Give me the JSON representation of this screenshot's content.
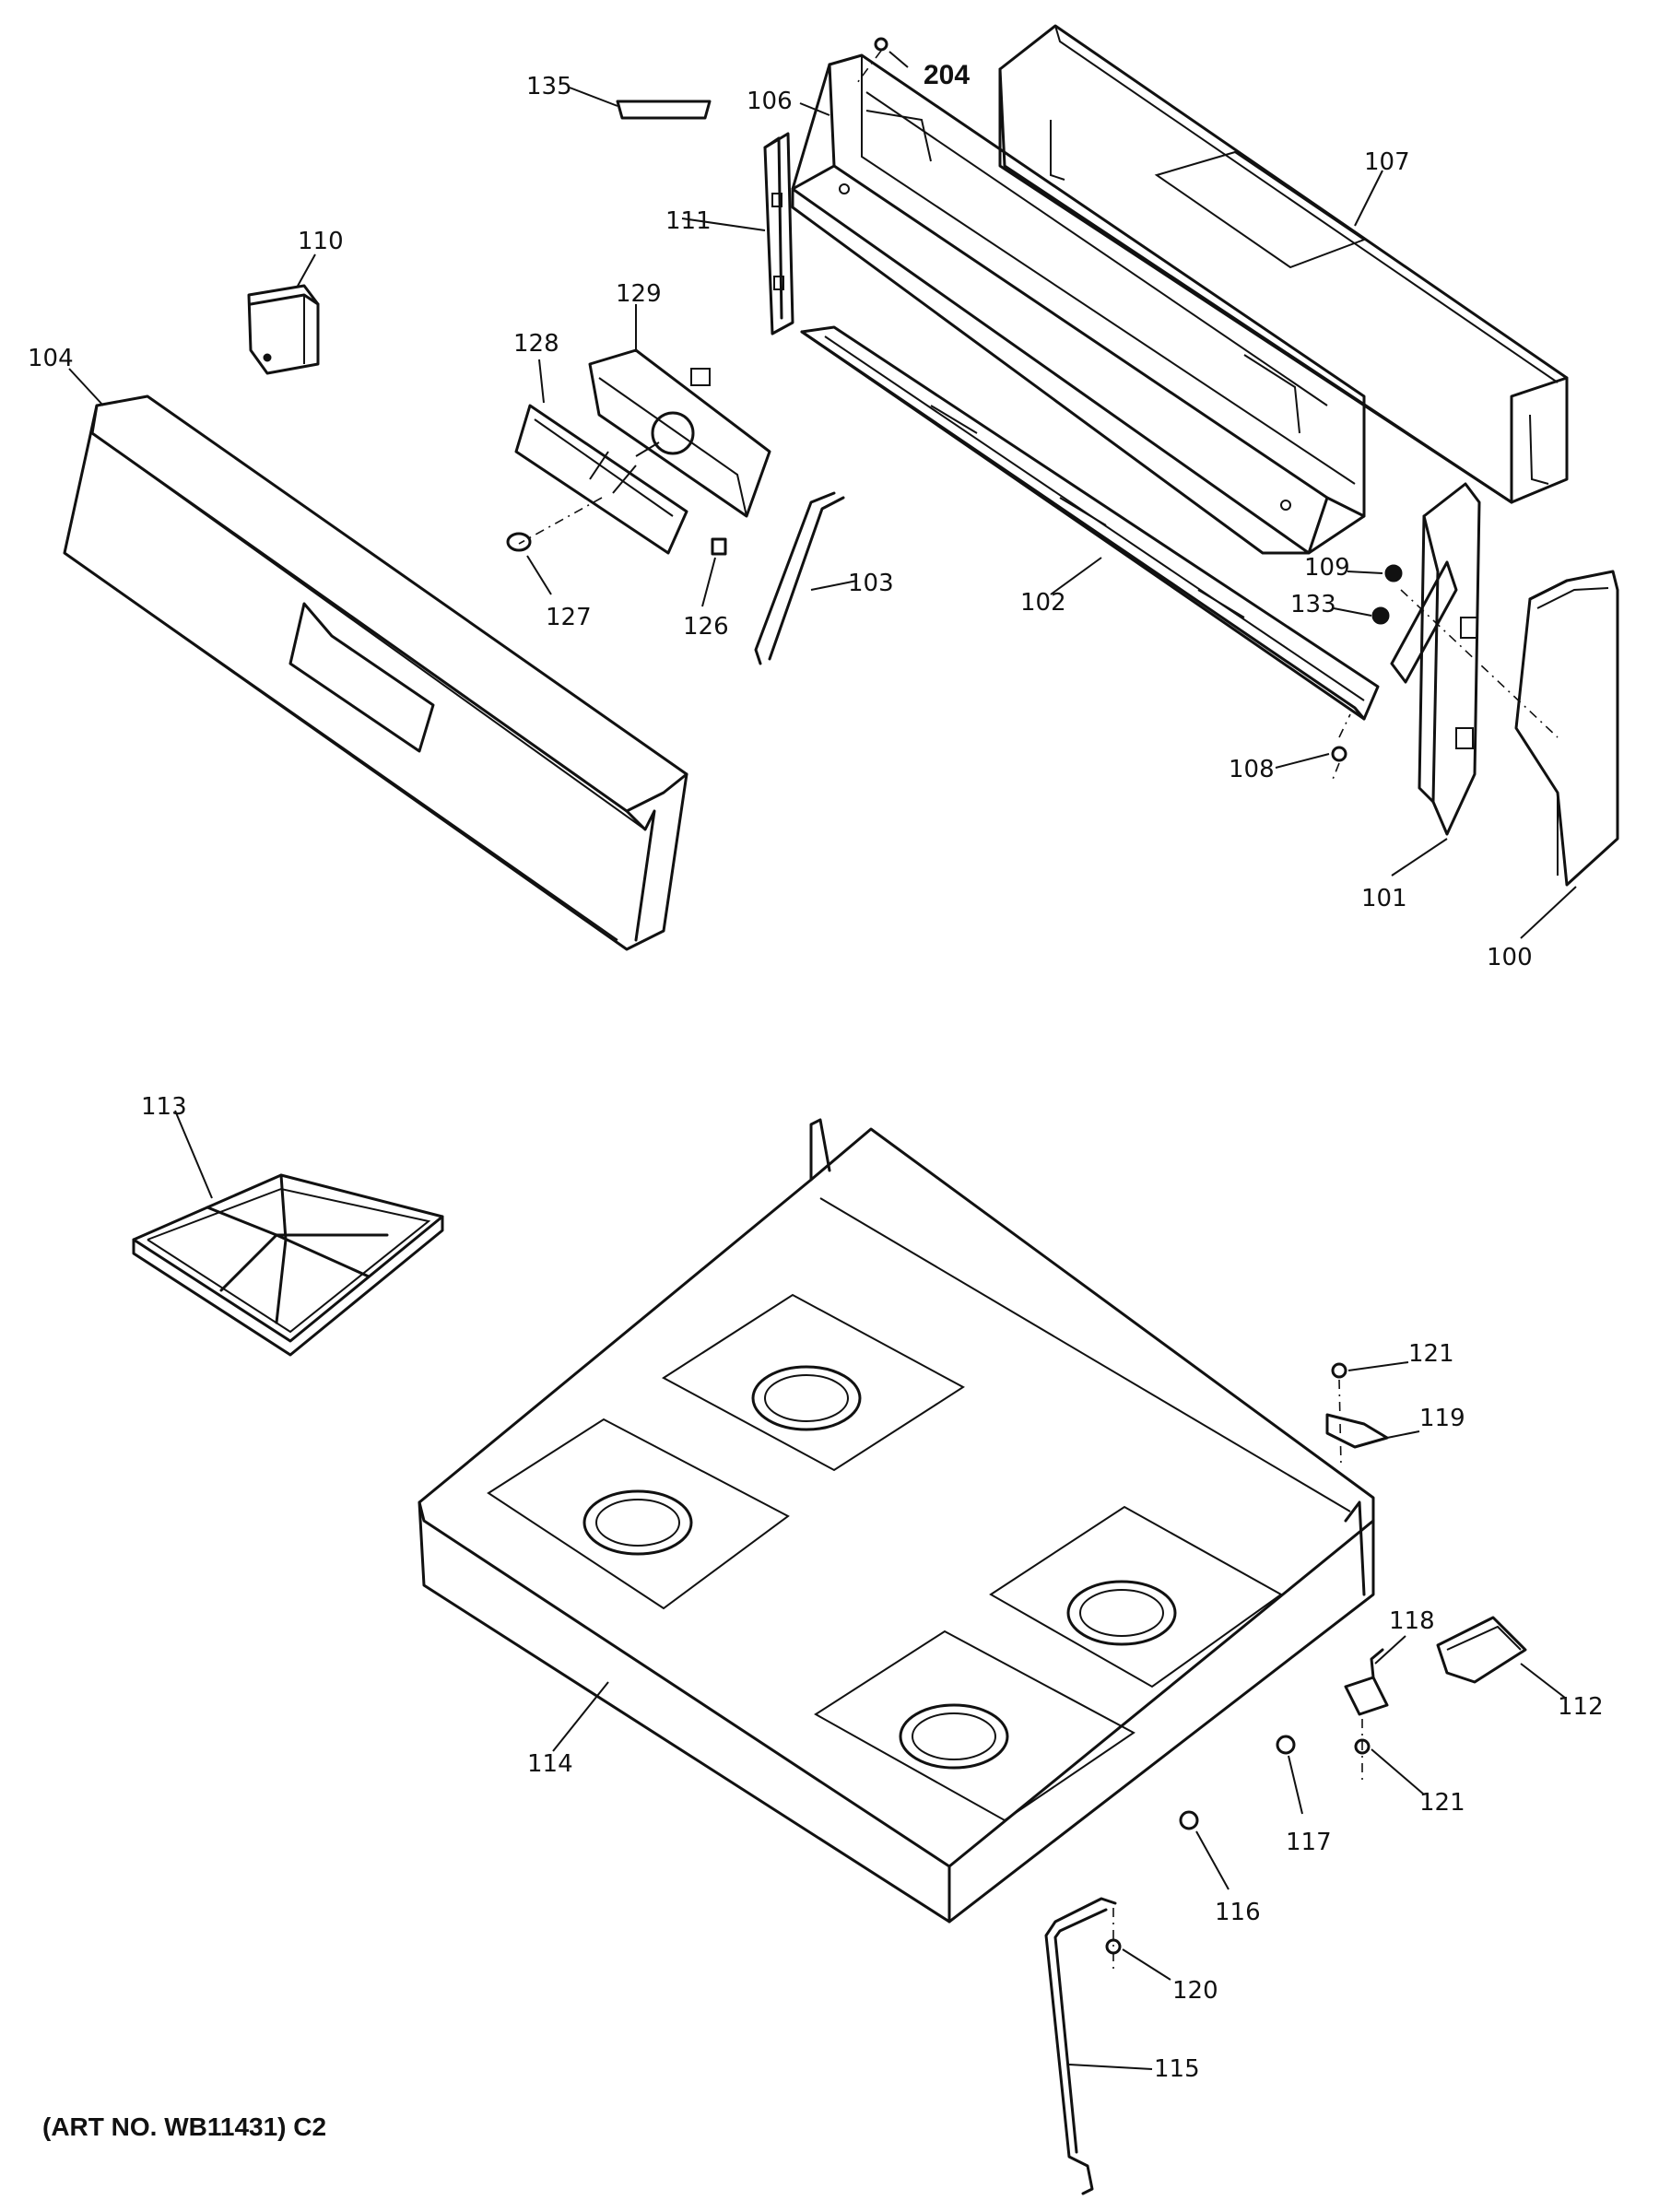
{
  "caption": "(ART NO. WB11431) C2",
  "callouts": {
    "c100": "100",
    "c101": "101",
    "c102": "102",
    "c103": "103",
    "c104": "104",
    "c106": "106",
    "c107": "107",
    "c108": "108",
    "c109": "109",
    "c110": "110",
    "c111": "111",
    "c112": "112",
    "c113": "113",
    "c114": "114",
    "c115": "115",
    "c116": "116",
    "c117": "117",
    "c118": "118",
    "c119": "119",
    "c120": "120",
    "c121a": "121",
    "c121b": "121",
    "c126": "126",
    "c127": "127",
    "c128": "128",
    "c129": "129",
    "c133": "133",
    "c135": "135",
    "c204": "204"
  }
}
